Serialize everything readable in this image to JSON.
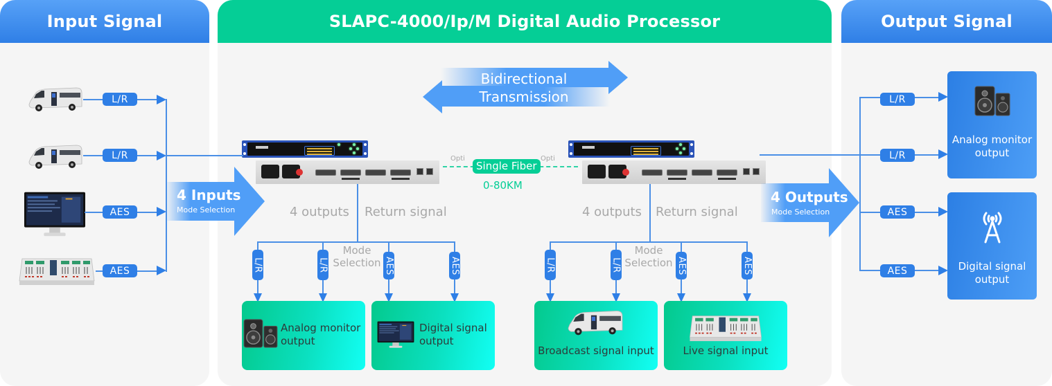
{
  "colors": {
    "accent_blue": "#2f7fe6",
    "accent_green": "#05ce96",
    "panel_bg": "#f5f5f5",
    "muted_text": "#a8a8a8"
  },
  "input_panel": {
    "title": "Input Signal",
    "sources": [
      {
        "icon": "van-icon",
        "signal": "L/R"
      },
      {
        "icon": "van-icon",
        "signal": "L/R"
      },
      {
        "icon": "monitor-icon",
        "signal": "AES"
      },
      {
        "icon": "mixing-console-icon",
        "signal": "AES"
      }
    ],
    "arrow": {
      "title": "4 Inputs",
      "subtitle": "Mode Selection"
    }
  },
  "center_panel": {
    "title": "SLAPC-4000/Ip/M Digital Audio Processor",
    "bidirectional": {
      "line1": "Bidirectional",
      "line2": "Transmission"
    },
    "fiber": {
      "label": "Single Fiber",
      "distance": "0-80KM",
      "port_left": "Opti",
      "port_right": "Opti"
    },
    "left_unit": {
      "outputs_label": "4 outputs",
      "return_label": "Return signal",
      "mode_label_1": "Mode",
      "mode_label_2": "Selection",
      "branches": [
        "L/R",
        "L/R",
        "AES",
        "AES"
      ],
      "cards": [
        {
          "icon": "speaker-icon",
          "line1": "Analog monitor",
          "line2": "output"
        },
        {
          "icon": "monitor-icon",
          "line1": "Digital signal",
          "line2": "output"
        }
      ]
    },
    "right_unit": {
      "outputs_label": "4 outputs",
      "return_label": "Return signal",
      "mode_label_1": "Mode",
      "mode_label_2": "Selection",
      "branches": [
        "L/R",
        "L/R",
        "AES",
        "AES"
      ],
      "cards": [
        {
          "icon": "van-icon",
          "label": "Broadcast signal input"
        },
        {
          "icon": "mixing-console-icon",
          "label": "Live signal input"
        }
      ]
    }
  },
  "output_panel": {
    "title": "Output Signal",
    "arrow": {
      "title": "4 Outputs",
      "subtitle": "Mode Selection"
    },
    "branches": [
      "L/R",
      "L/R",
      "AES",
      "AES"
    ],
    "cards": [
      {
        "icon": "speaker-icon",
        "line1": "Analog monitor",
        "line2": "output"
      },
      {
        "icon": "antenna-icon",
        "line1": "Digital signal",
        "line2": "output"
      }
    ]
  }
}
